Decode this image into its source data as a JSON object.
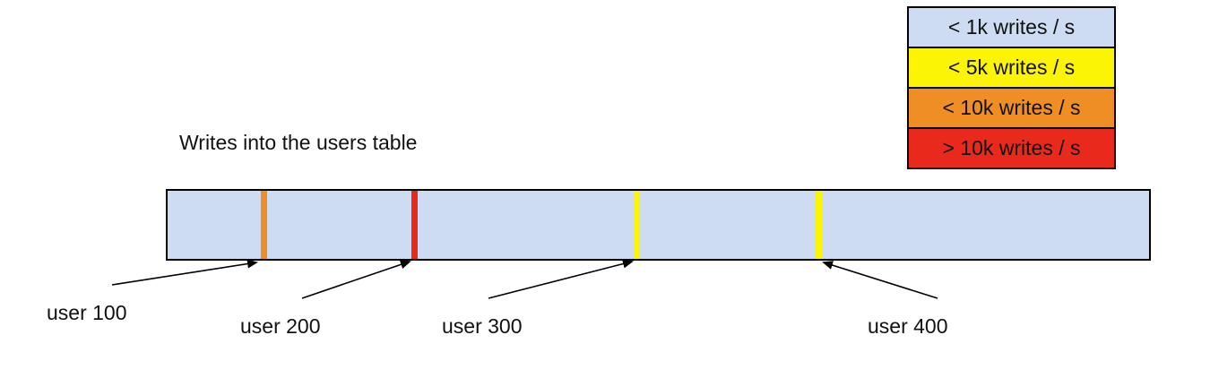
{
  "title": "Writes into the users table",
  "legend": {
    "items": [
      {
        "label": "< 1k writes / s",
        "color": "#cddcf2"
      },
      {
        "label": "< 5k writes / s",
        "color": "#fcf405"
      },
      {
        "label": "< 10k writes / s",
        "color": "#ef8e25"
      },
      {
        "label": "> 10k writes / s",
        "color": "#e8291c"
      }
    ]
  },
  "bar": {
    "fill_color": "#cddcf2",
    "border_color": "#000000",
    "stripes": [
      {
        "user": "user 100",
        "color": "#ef8e25"
      },
      {
        "user": "user 200",
        "color": "#e8291c"
      },
      {
        "user": "user 300",
        "color": "#fcf405"
      },
      {
        "user": "user 400",
        "color": "#fcf405"
      }
    ]
  }
}
